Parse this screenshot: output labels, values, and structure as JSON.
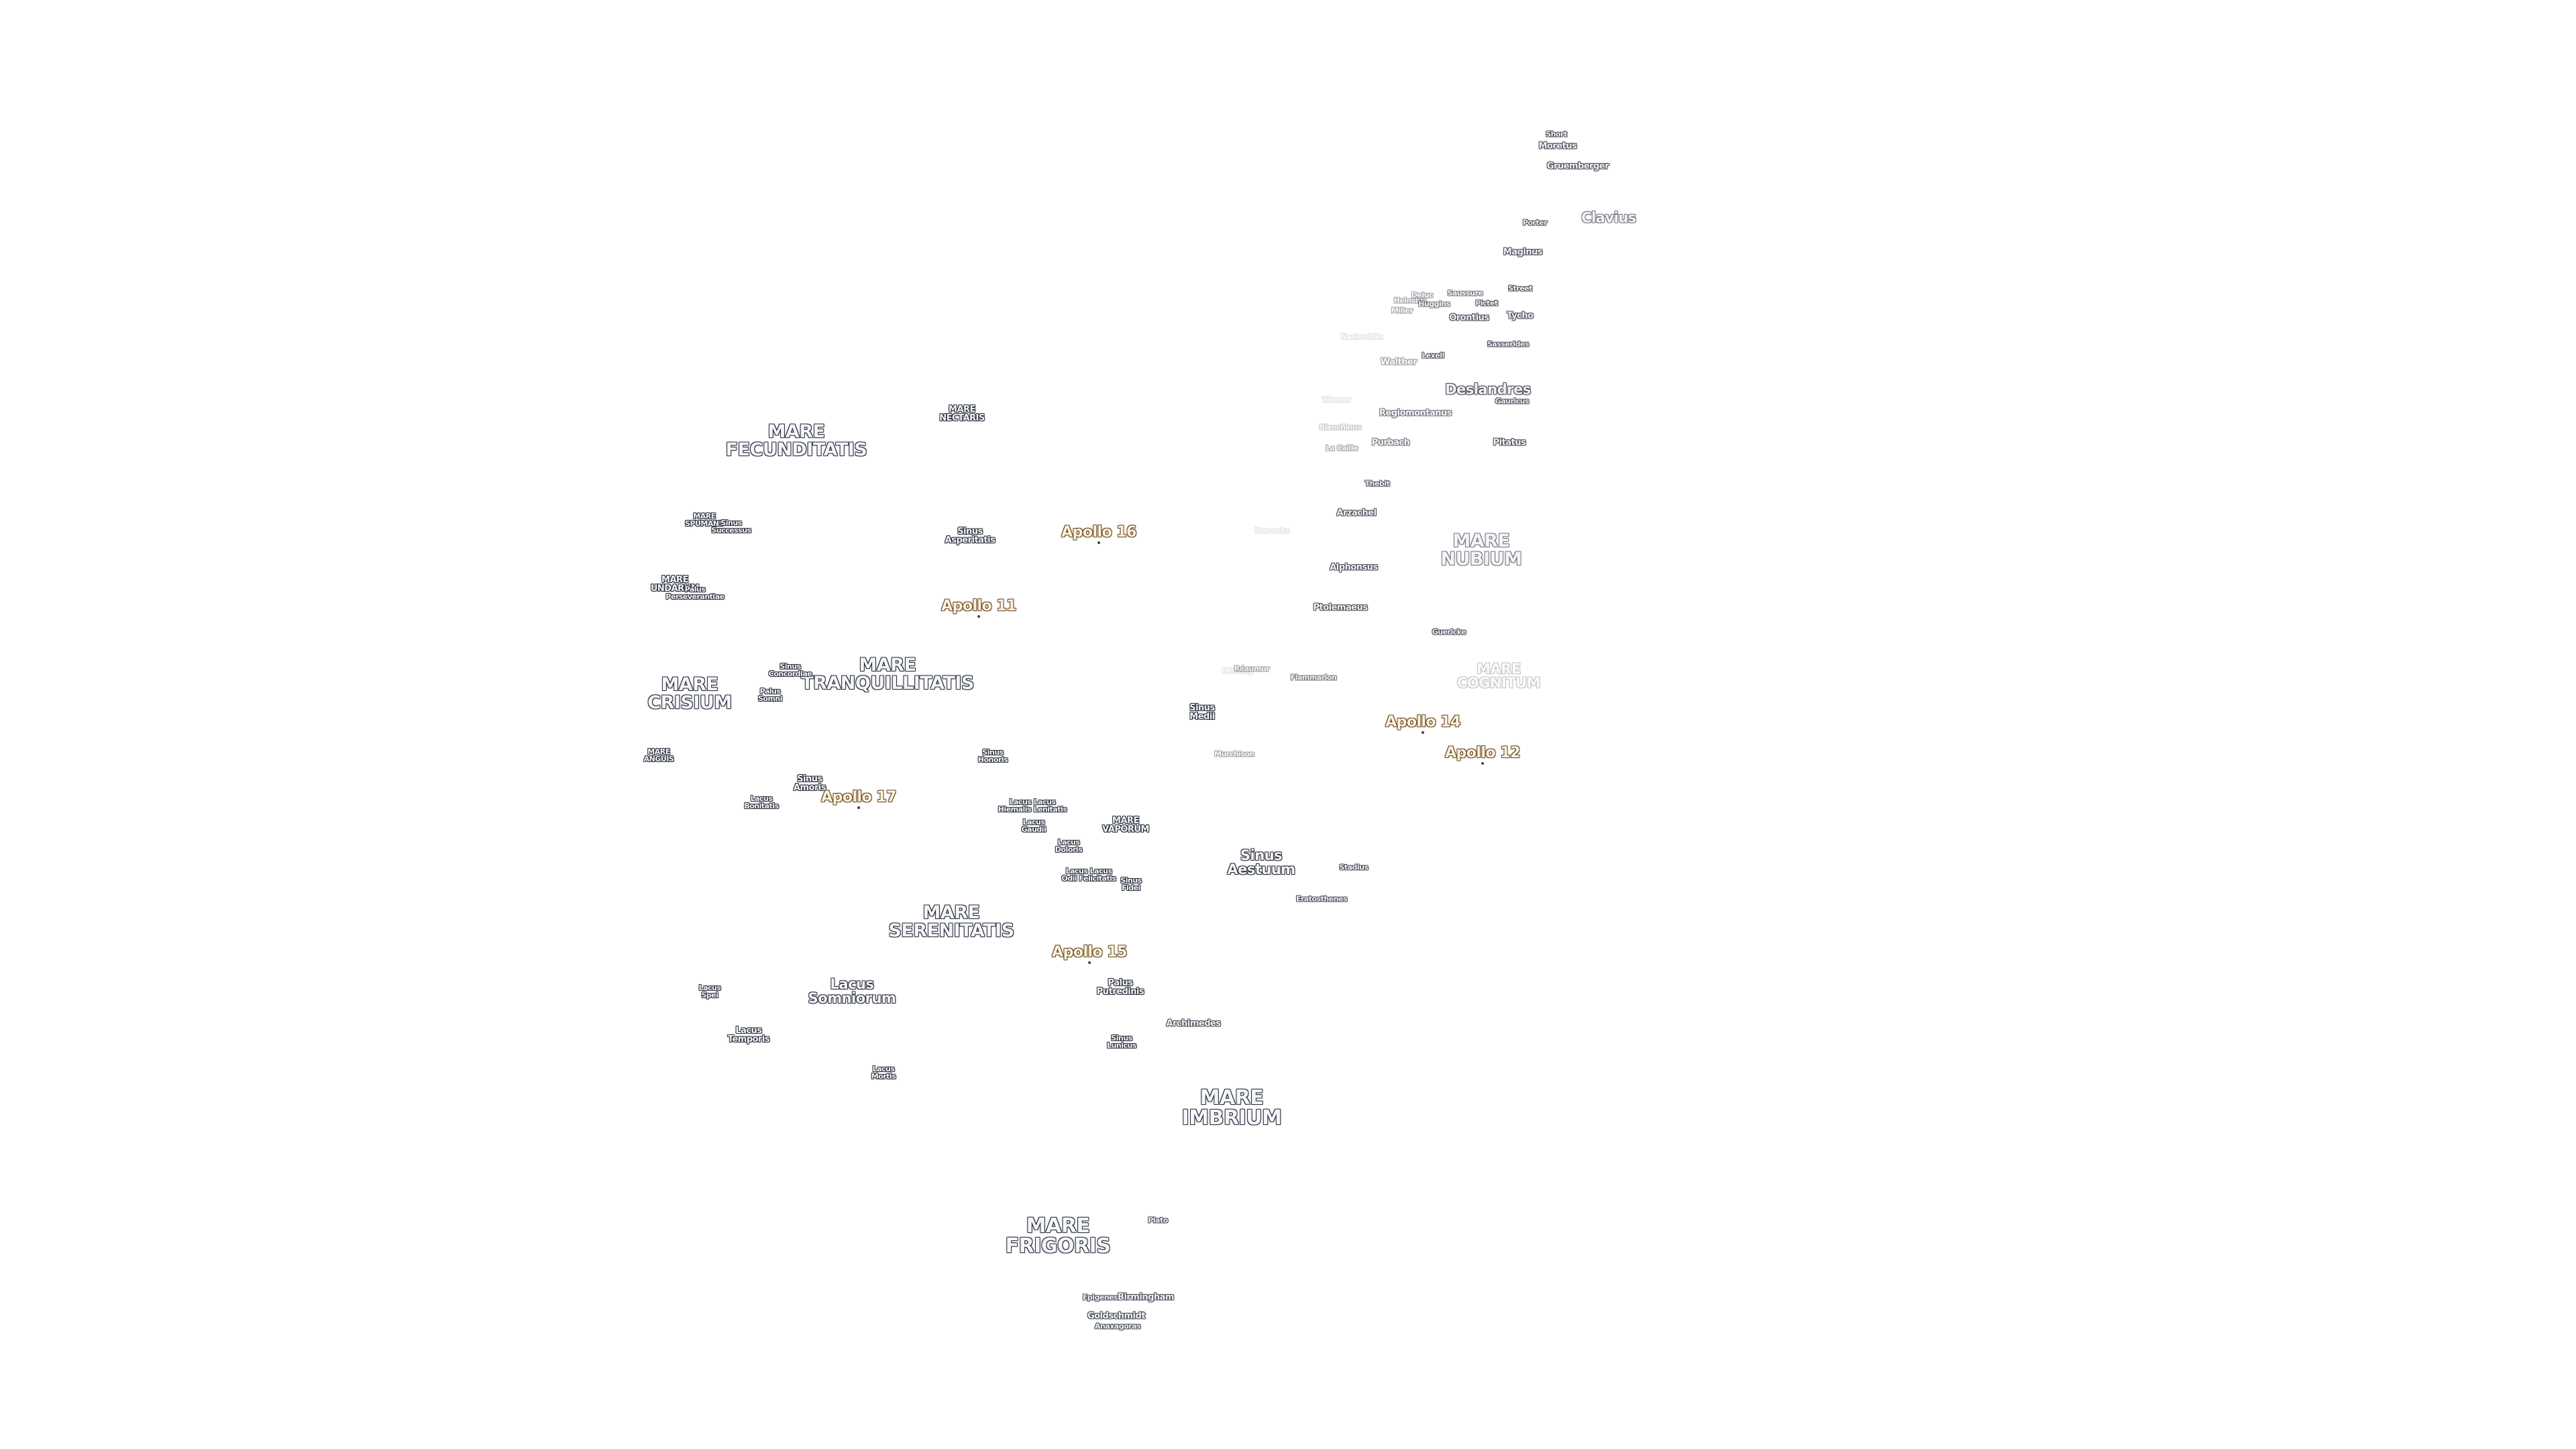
{
  "map": {
    "labels": [
      {
        "id": "short",
        "text": "Short",
        "size": "xs",
        "kind": "crater",
        "fade": 1
      },
      {
        "id": "moretus",
        "text": "Moretus",
        "size": "sm",
        "kind": "crater",
        "fade": 1
      },
      {
        "id": "gruemberger",
        "text": "Gruemberger",
        "size": "sm",
        "kind": "crater",
        "fade": 1
      },
      {
        "id": "clavius",
        "text": "Clavius",
        "size": "mid",
        "kind": "crater",
        "fade": 2
      },
      {
        "id": "porter",
        "text": "Porter",
        "size": "xs",
        "kind": "crater",
        "fade": 1
      },
      {
        "id": "maginus",
        "text": "Maginus",
        "size": "sm",
        "kind": "crater",
        "fade": 1
      },
      {
        "id": "street",
        "text": "Street",
        "size": "xs",
        "kind": "crater",
        "fade": 1
      },
      {
        "id": "deluc",
        "text": "Deluc",
        "size": "xs",
        "kind": "crater",
        "fade": 3
      },
      {
        "id": "saussure",
        "text": "Saussure",
        "size": "xs",
        "kind": "crater",
        "fade": 2
      },
      {
        "id": "pictet",
        "text": "Pictet",
        "size": "xs",
        "kind": "crater",
        "fade": 1
      },
      {
        "id": "heinsius",
        "text": "Heinsius",
        "size": "xs",
        "kind": "crater",
        "fade": 3
      },
      {
        "id": "huggins",
        "text": "Huggins",
        "size": "xs",
        "kind": "crater",
        "fade": 2
      },
      {
        "id": "miller",
        "text": "Miller",
        "size": "xs",
        "kind": "crater",
        "fade": 3
      },
      {
        "id": "orontius",
        "text": "Orontius",
        "size": "sm",
        "kind": "crater",
        "fade": 1
      },
      {
        "id": "tycho",
        "text": "Tycho",
        "size": "sm",
        "kind": "crater",
        "fade": 1
      },
      {
        "id": "nasireddin",
        "text": "Nasireddin",
        "size": "xs",
        "kind": "crater",
        "fade": 5
      },
      {
        "id": "sasserides",
        "text": "Sasserides",
        "size": "xs",
        "kind": "crater",
        "fade": 1
      },
      {
        "id": "lexell",
        "text": "Lexell",
        "size": "xs",
        "kind": "crater",
        "fade": 1
      },
      {
        "id": "walther",
        "text": "Walther",
        "size": "sm",
        "kind": "crater",
        "fade": 3
      },
      {
        "id": "deslandres",
        "text": "Deslandres",
        "size": "mid",
        "kind": "crater",
        "fade": 1
      },
      {
        "id": "gauricus",
        "text": "Gauricus",
        "size": "xs",
        "kind": "crater",
        "fade": 1
      },
      {
        "id": "werner",
        "text": "Werner",
        "size": "xs",
        "kind": "crater",
        "fade": 5
      },
      {
        "id": "regiomontanus",
        "text": "Regiomontanus",
        "size": "sm",
        "kind": "crater",
        "fade": 2
      },
      {
        "id": "blanchinus",
        "text": "Blanchinus",
        "size": "xs",
        "kind": "crater",
        "fade": 4
      },
      {
        "id": "purbach",
        "text": "Purbach",
        "size": "sm",
        "kind": "crater",
        "fade": 2
      },
      {
        "id": "lacaille",
        "text": "La Caille",
        "size": "xs",
        "kind": "crater",
        "fade": 3
      },
      {
        "id": "pitatus",
        "text": "Pitatus",
        "size": "sm",
        "kind": "crater",
        "fade": 1
      },
      {
        "id": "thebit",
        "text": "Thebit",
        "size": "xs",
        "kind": "crater",
        "fade": 1
      },
      {
        "id": "arzachel",
        "text": "Arzachel",
        "size": "sm",
        "kind": "crater",
        "fade": 1
      },
      {
        "id": "hipparchus",
        "text": "Horrocks",
        "size": "xs",
        "kind": "crater",
        "fade": 5
      },
      {
        "id": "mare-nubium",
        "text": "MARE\nNUBIUM",
        "size": "mare",
        "kind": "crater",
        "fade": 2
      },
      {
        "id": "alphonsus",
        "text": "Alphonsus",
        "size": "sm",
        "kind": "crater",
        "fade": 1
      },
      {
        "id": "ptolemaeus",
        "text": "Ptolemaeus",
        "size": "sm",
        "kind": "crater",
        "fade": 1
      },
      {
        "id": "guericke",
        "text": "Guericke",
        "size": "xs",
        "kind": "crater",
        "fade": 1
      },
      {
        "id": "mosting",
        "text": "Mösting",
        "size": "xs",
        "kind": "crater",
        "fade": 5
      },
      {
        "id": "reaumur",
        "text": "Réaumur",
        "size": "xs",
        "kind": "crater",
        "fade": 3
      },
      {
        "id": "flammarion",
        "text": "Flammarion",
        "size": "xs",
        "kind": "crater",
        "fade": 2
      },
      {
        "id": "mare-cognitum",
        "text": "MARE\nCOGNITUM",
        "size": "mid",
        "kind": "crater",
        "fade": 4
      },
      {
        "id": "murchison",
        "text": "Murchison",
        "size": "xs",
        "kind": "crater",
        "fade": 3
      },
      {
        "id": "stadius",
        "text": "Stadius",
        "size": "xs",
        "kind": "crater",
        "fade": 1
      },
      {
        "id": "eratosthenes",
        "text": "Eratosthenes",
        "size": "xs",
        "kind": "crater",
        "fade": 1
      },
      {
        "id": "archimedes",
        "text": "Archimedes",
        "size": "sm",
        "kind": "crater",
        "fade": 1
      },
      {
        "id": "plato",
        "text": "Plato",
        "size": "xs",
        "kind": "crater",
        "fade": 1
      },
      {
        "id": "epigenes",
        "text": "Epigenes",
        "size": "xs",
        "kind": "crater",
        "fade": 1
      },
      {
        "id": "birmingham",
        "text": "Birmingham",
        "size": "sm",
        "kind": "crater",
        "fade": 1
      },
      {
        "id": "goldschmidt",
        "text": "Goldschmidt",
        "size": "sm",
        "kind": "crater",
        "fade": 1
      },
      {
        "id": "anaxagoras",
        "text": "Anaxagoras",
        "size": "xs",
        "kind": "crater",
        "fade": 1
      },
      {
        "id": "mare-fecunditatis",
        "text": "MARE\nFECUNDITATIS",
        "size": "mare",
        "kind": "feature",
        "fade": 0
      },
      {
        "id": "mare-nectaris",
        "text": "MARE\nNECTARIS",
        "size": "sm",
        "kind": "feature",
        "fade": 0
      },
      {
        "id": "mare-spumans",
        "text": "MARE\nSPUMANS",
        "size": "xs",
        "kind": "feature",
        "fade": 0
      },
      {
        "id": "sinus-successus",
        "text": "Sinus\nSuccessus",
        "size": "xs",
        "kind": "feature",
        "fade": 0
      },
      {
        "id": "sinus-asperitatis",
        "text": "Sinus\nAsperitatis",
        "size": "sm",
        "kind": "feature",
        "fade": 0
      },
      {
        "id": "mare-undarum",
        "text": "MARE\nUNDARUM",
        "size": "sm",
        "kind": "feature",
        "fade": 0
      },
      {
        "id": "palus-perseverantiae",
        "text": "Palus\nPerseverantiae",
        "size": "xs",
        "kind": "feature",
        "fade": 0
      },
      {
        "id": "mare-tranquillitatis",
        "text": "MARE\nTRANQUILLITATIS",
        "size": "mare",
        "kind": "feature",
        "fade": 0
      },
      {
        "id": "sinus-concordiae",
        "text": "Sinus\nConcordiae",
        "size": "xs",
        "kind": "feature",
        "fade": 0
      },
      {
        "id": "palus-somni",
        "text": "Palus\nSomni",
        "size": "xs",
        "kind": "feature",
        "fade": 0
      },
      {
        "id": "mare-crisium",
        "text": "MARE\nCRISIUM",
        "size": "mare",
        "kind": "feature",
        "fade": 0
      },
      {
        "id": "sinus-medii",
        "text": "Sinus\nMedii",
        "size": "sm",
        "kind": "feature",
        "fade": 0
      },
      {
        "id": "mare-anguis",
        "text": "MARE\nANGUIS",
        "size": "xs",
        "kind": "feature",
        "fade": 0
      },
      {
        "id": "sinus-honoris",
        "text": "Sinus\nHonoris",
        "size": "xs",
        "kind": "feature",
        "fade": 0
      },
      {
        "id": "sinus-amoris",
        "text": "Sinus\nAmoris",
        "size": "sm",
        "kind": "feature",
        "fade": 0
      },
      {
        "id": "lacus-bonitatis",
        "text": "Lacus\nBonitatis",
        "size": "xs",
        "kind": "feature",
        "fade": 0
      },
      {
        "id": "lacus-hiemalis",
        "text": "Lacus Lacus\nHiemalis Lenitatis",
        "size": "xs",
        "kind": "feature",
        "fade": 0
      },
      {
        "id": "lacus-gaudii",
        "text": "Lacus\nGaudii",
        "size": "xs",
        "kind": "feature",
        "fade": 0
      },
      {
        "id": "mare-vaporum",
        "text": "MARE\nVAPORUM",
        "size": "sm",
        "kind": "feature",
        "fade": 0
      },
      {
        "id": "lacus-doloris",
        "text": "Lacus\nDoloris",
        "size": "xs",
        "kind": "feature",
        "fade": 0
      },
      {
        "id": "sinus-aestuum",
        "text": "Sinus\nAestuum",
        "size": "mid",
        "kind": "feature",
        "fade": 0
      },
      {
        "id": "lacus-odii",
        "text": "Lacus Lacus\nOdii Felicitatis",
        "size": "xs",
        "kind": "feature",
        "fade": 0
      },
      {
        "id": "sinus-fidei",
        "text": "Sinus\nFidei",
        "size": "xs",
        "kind": "feature",
        "fade": 0
      },
      {
        "id": "mare-serenitatis",
        "text": "MARE\nSERENITATIS",
        "size": "mare",
        "kind": "feature",
        "fade": 0
      },
      {
        "id": "lacus-spei",
        "text": "Lacus\nSpei",
        "size": "xs",
        "kind": "feature",
        "fade": 0
      },
      {
        "id": "lacus-somniorum",
        "text": "Lacus\nSomniorum",
        "size": "mid",
        "kind": "feature",
        "fade": 0
      },
      {
        "id": "palus-putredinis",
        "text": "Palus\nPutredinis",
        "size": "sm",
        "kind": "feature",
        "fade": 0
      },
      {
        "id": "lacus-temporis",
        "text": "Lacus\nTemporis",
        "size": "sm",
        "kind": "feature",
        "fade": 0
      },
      {
        "id": "sinus-lunicus",
        "text": "Sinus\nLunicus",
        "size": "xs",
        "kind": "feature",
        "fade": 0
      },
      {
        "id": "lacus-mortis",
        "text": "Lacus\nMortis",
        "size": "xs",
        "kind": "feature",
        "fade": 0
      },
      {
        "id": "mare-imbrium",
        "text": "MARE\nIMBRIUM",
        "size": "mare-big",
        "kind": "feature",
        "fade": 0
      },
      {
        "id": "mare-frigoris",
        "text": "MARE\nFRIGORIS",
        "size": "mare-big",
        "kind": "feature",
        "fade": 0
      }
    ],
    "apollo": [
      {
        "id": "apollo-16",
        "text": "Apollo 16"
      },
      {
        "id": "apollo-11",
        "text": "Apollo 11"
      },
      {
        "id": "apollo-14",
        "text": "Apollo 14"
      },
      {
        "id": "apollo-12",
        "text": "Apollo 12"
      },
      {
        "id": "apollo-17",
        "text": "Apollo 17"
      },
      {
        "id": "apollo-15",
        "text": "Apollo 15"
      }
    ]
  }
}
